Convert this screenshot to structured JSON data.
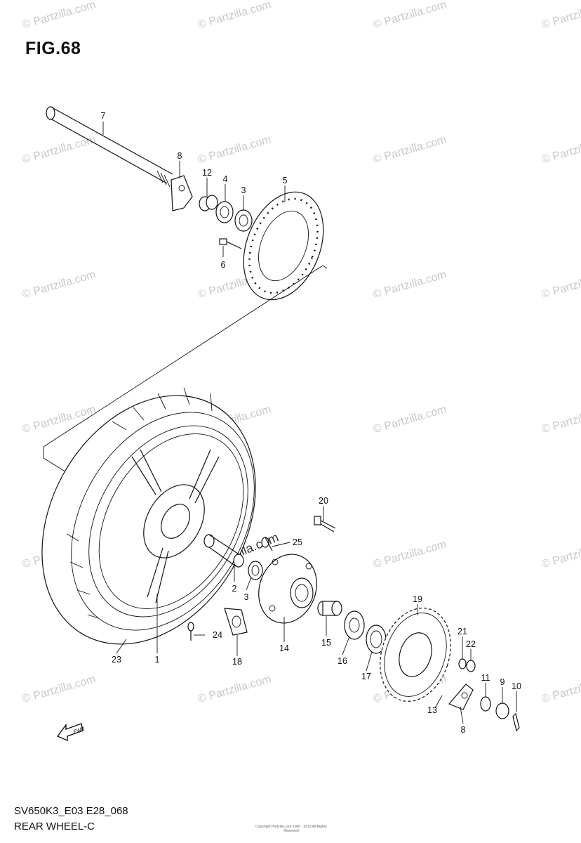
{
  "figure": {
    "title": "FIG.68",
    "footer_code": "SV650K3_E03 E28_068",
    "footer_name": "REAR WHEEL-C",
    "copyright": "Copyright Partzilla.com 2006 - 2019 All Rights Reserved",
    "watermark": "© Partzilla.com",
    "fwd_label": "FWD"
  },
  "part_labels": {
    "p1": "1",
    "p2": "2",
    "p3a": "3",
    "p3b": "3",
    "p4": "4",
    "p5": "5",
    "p6": "6",
    "p7": "7",
    "p8a": "8",
    "p8b": "8",
    "p9": "9",
    "p10": "10",
    "p11": "11",
    "p12": "12",
    "p13": "13",
    "p14": "14",
    "p15": "15",
    "p16": "16",
    "p17": "17",
    "p18": "18",
    "p19": "19",
    "p20": "20",
    "p21": "21",
    "p22": "22",
    "p23": "23",
    "p24": "24",
    "p25": "25"
  }
}
